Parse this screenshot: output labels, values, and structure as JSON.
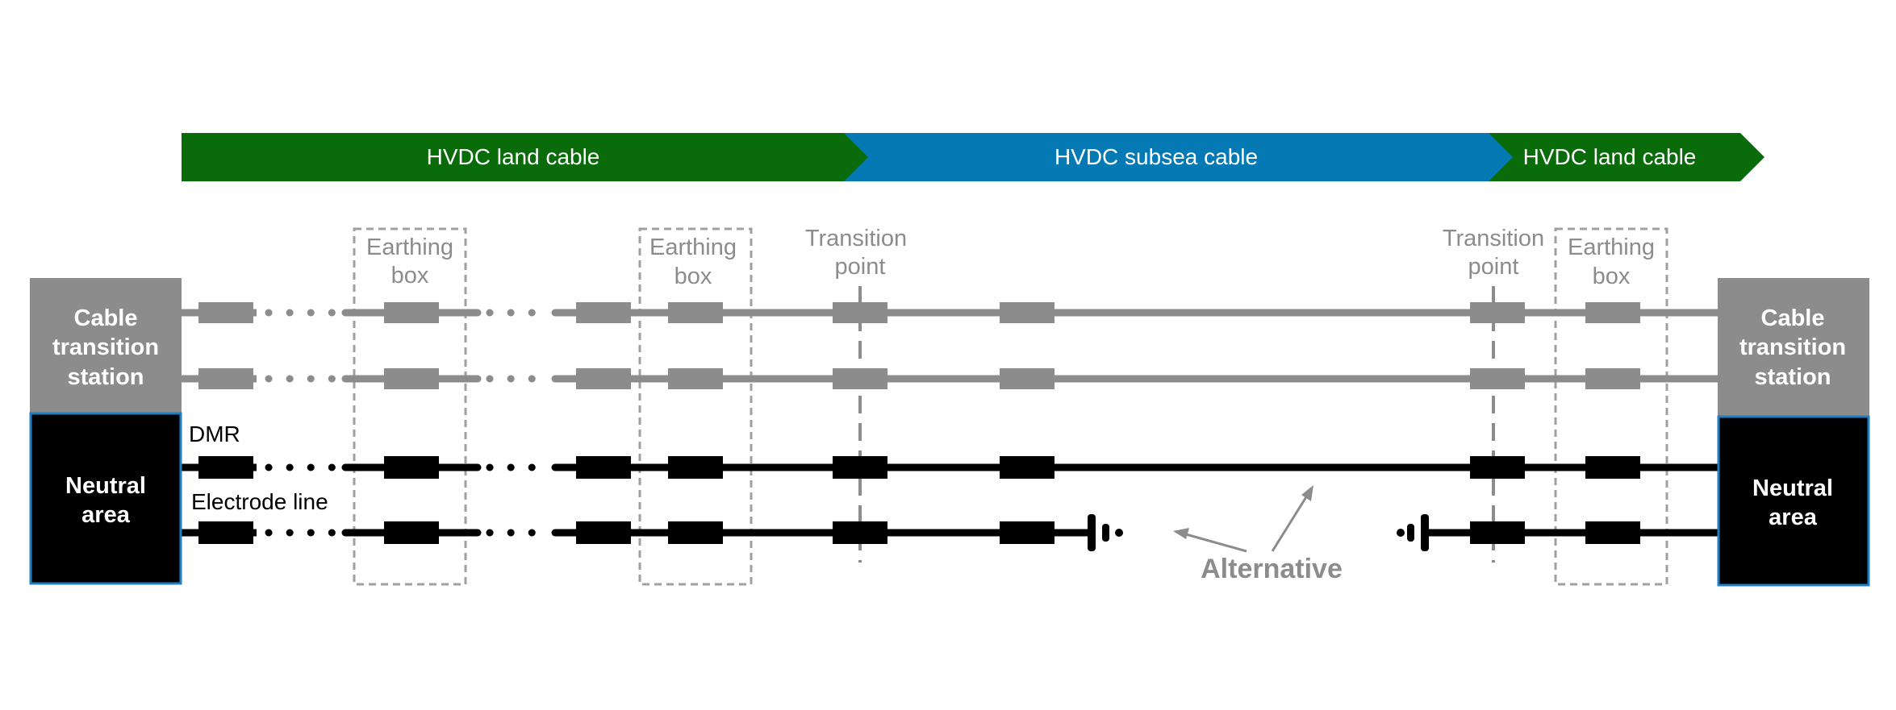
{
  "banner": {
    "land_left": "HVDC land cable",
    "subsea": "HVDC subsea cable",
    "land_right": "HVDC land cable"
  },
  "stations": {
    "left_top": [
      "Cable",
      "transition",
      "station"
    ],
    "left_bottom": [
      "Neutral",
      "area"
    ],
    "right_top": [
      "Cable",
      "transition",
      "station"
    ],
    "right_bottom": [
      "Neutral",
      "area"
    ]
  },
  "earthing_boxes": [
    [
      "Earthing",
      "box"
    ],
    [
      "Earthing",
      "box"
    ],
    [
      "Earthing",
      "box"
    ]
  ],
  "transition_points": [
    [
      "Transition",
      "point"
    ],
    [
      "Transition",
      "point"
    ]
  ],
  "line_labels": {
    "dmr": "DMR",
    "electrode": "Electrode line"
  },
  "alternative": "Alternative",
  "colors": {
    "land": "#0a6b0a",
    "subsea": "#0479b4",
    "gray": "#8c8c8c",
    "black": "#000000",
    "station_gray": "#8c8c8c",
    "neutral_border": "#1f7fc2"
  }
}
